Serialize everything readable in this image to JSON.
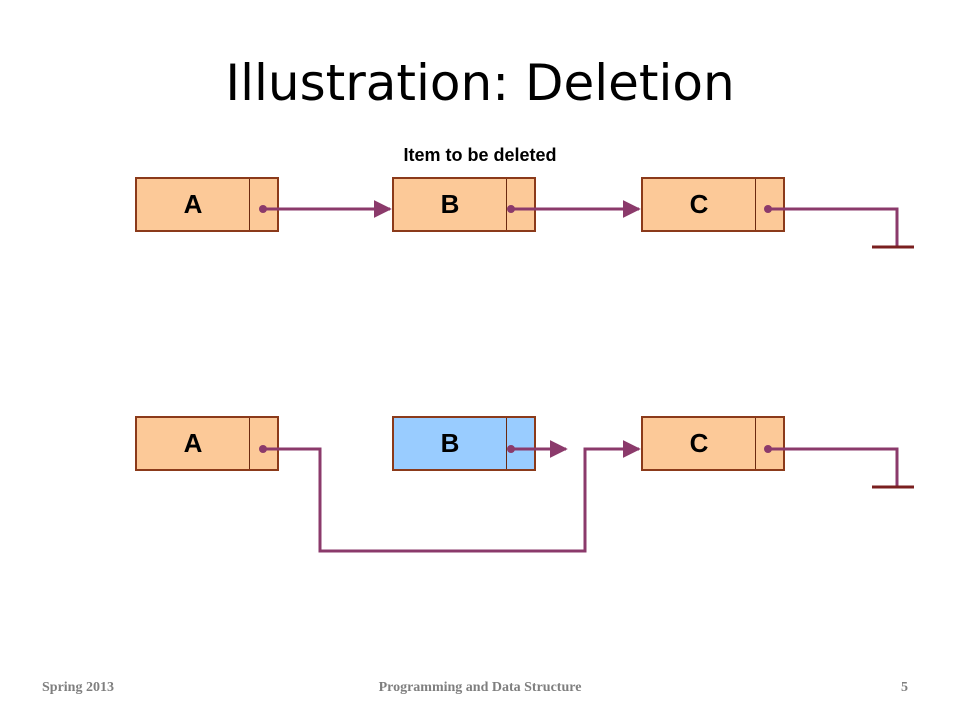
{
  "slide": {
    "title": "Illustration: Deletion",
    "caption": "Item to be deleted"
  },
  "before": {
    "nodes": [
      {
        "label": "A",
        "state": "normal"
      },
      {
        "label": "B",
        "state": "normal"
      },
      {
        "label": "C",
        "state": "normal"
      }
    ]
  },
  "after": {
    "nodes": [
      {
        "label": "A",
        "state": "normal"
      },
      {
        "label": "B",
        "state": "deleted"
      },
      {
        "label": "C",
        "state": "normal"
      }
    ]
  },
  "colors": {
    "node_fill": "#fcc998",
    "deleted_fill": "#99ccff",
    "node_border": "#8b3a1a",
    "link": "#8b3a6b",
    "ground": "#7a1f1f"
  },
  "footer": {
    "left": "Spring 2013",
    "center": "Programming and Data Structure",
    "page": "5"
  }
}
